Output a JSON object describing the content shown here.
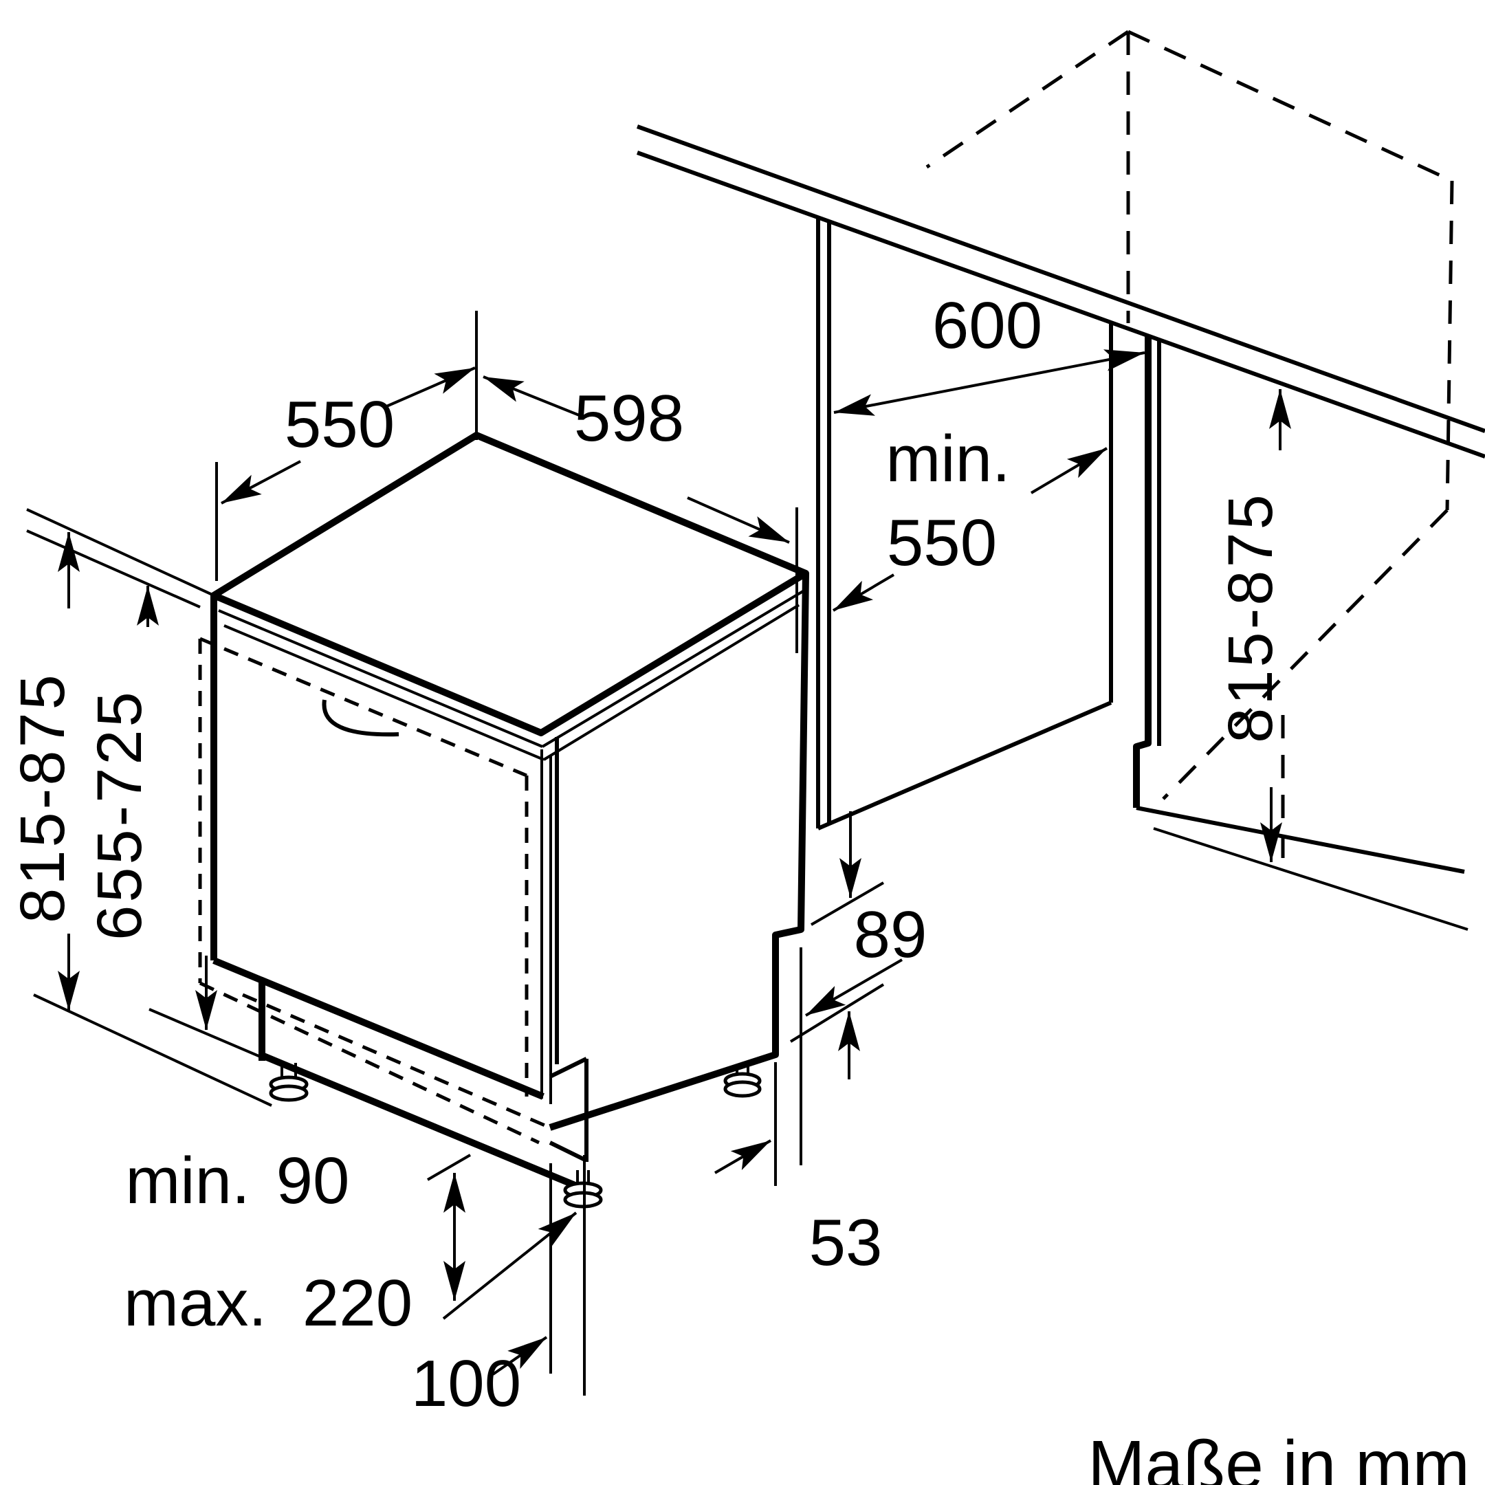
{
  "diagram": {
    "footer": "Maße in mm",
    "labels": {
      "appliance_depth": "550",
      "appliance_width": "598",
      "appliance_height": "815-875",
      "furniture_door_height": "655-725",
      "niche_width": "600",
      "niche_depth_prefix": "min.",
      "niche_depth_value": "550",
      "niche_height": "815-875",
      "rear_recess_height": "89",
      "rear_recess_depth": "53",
      "plinth_min_prefix": "min.",
      "plinth_min_value": "90",
      "plinth_max_prefix": "max.",
      "plinth_max_value": "220",
      "plinth_depth": "100"
    }
  }
}
